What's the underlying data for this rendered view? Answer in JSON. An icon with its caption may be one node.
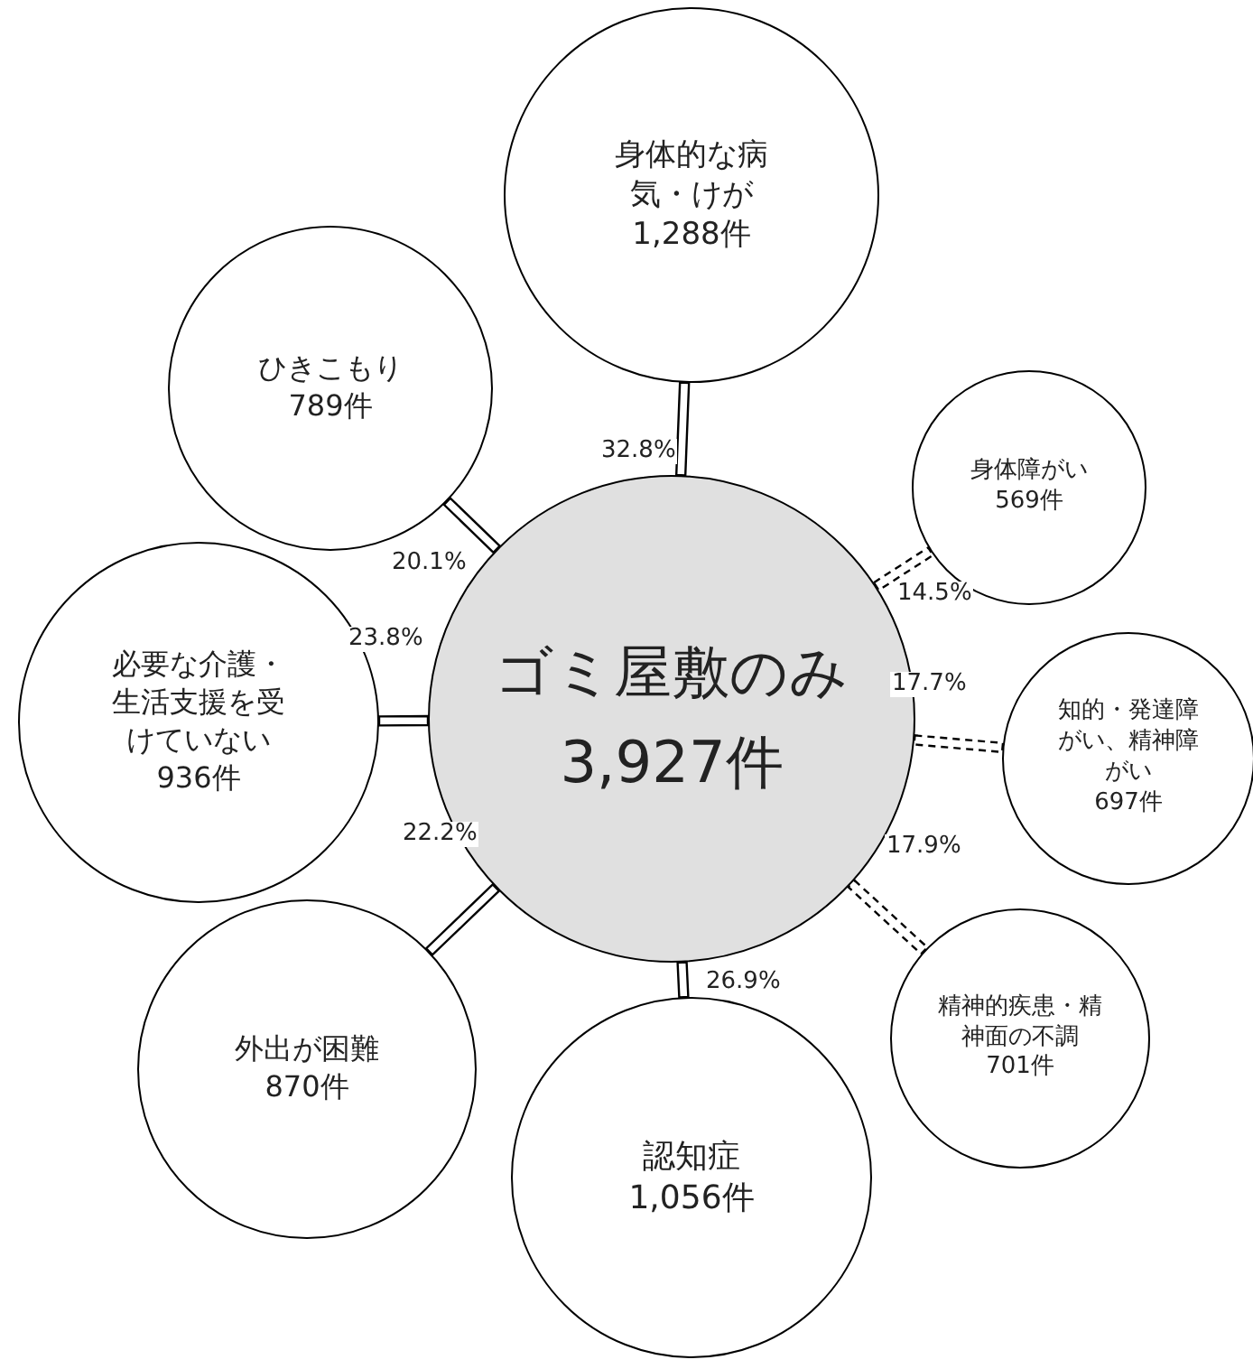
{
  "diagram": {
    "nodes": [
      {
        "text": [
          "ゴミ屋敷のみ",
          "3,927件"
        ]
      },
      {
        "text": [
          "身体的な病気・けが",
          "1,288件"
        ]
      },
      {
        "text": [
          "身体障がい",
          "569件"
        ]
      },
      {
        "text": [
          "知的・発達障がい、精神障がい",
          "697件"
        ]
      },
      {
        "text": [
          "精神的疾患・精神面の不調",
          "701件"
        ]
      },
      {
        "text": [
          "認知症",
          "1,056件"
        ]
      },
      {
        "text": [
          "外出が困難",
          "870件"
        ]
      },
      {
        "text": [
          "必要な介護・生活支援を受けていない",
          "936件"
        ]
      },
      {
        "text": [
          "ひきこもり",
          "789件"
        ]
      }
    ],
    "edges": [
      {
        "from": 0,
        "to": 1,
        "arrow": "none",
        "label": "32.8%"
      },
      {
        "from": 0,
        "to": 2,
        "arrow": "none",
        "label": "14.5%",
        "style": "dashed"
      },
      {
        "from": 0,
        "to": 3,
        "arrow": "none",
        "label": "17.7%",
        "style": "dashed"
      },
      {
        "from": 0,
        "to": 4,
        "arrow": "none",
        "label": "17.9%",
        "style": "dashed"
      },
      {
        "from": 0,
        "to": 5,
        "arrow": "none",
        "label": "26.9%"
      },
      {
        "from": 0,
        "to": 6,
        "arrow": "none",
        "label": "22.2%"
      },
      {
        "from": 0,
        "to": 7,
        "arrow": "none",
        "label": "23.8%"
      },
      {
        "from": 0,
        "to": 8,
        "arrow": "none",
        "label": "20.1%"
      }
    ]
  }
}
